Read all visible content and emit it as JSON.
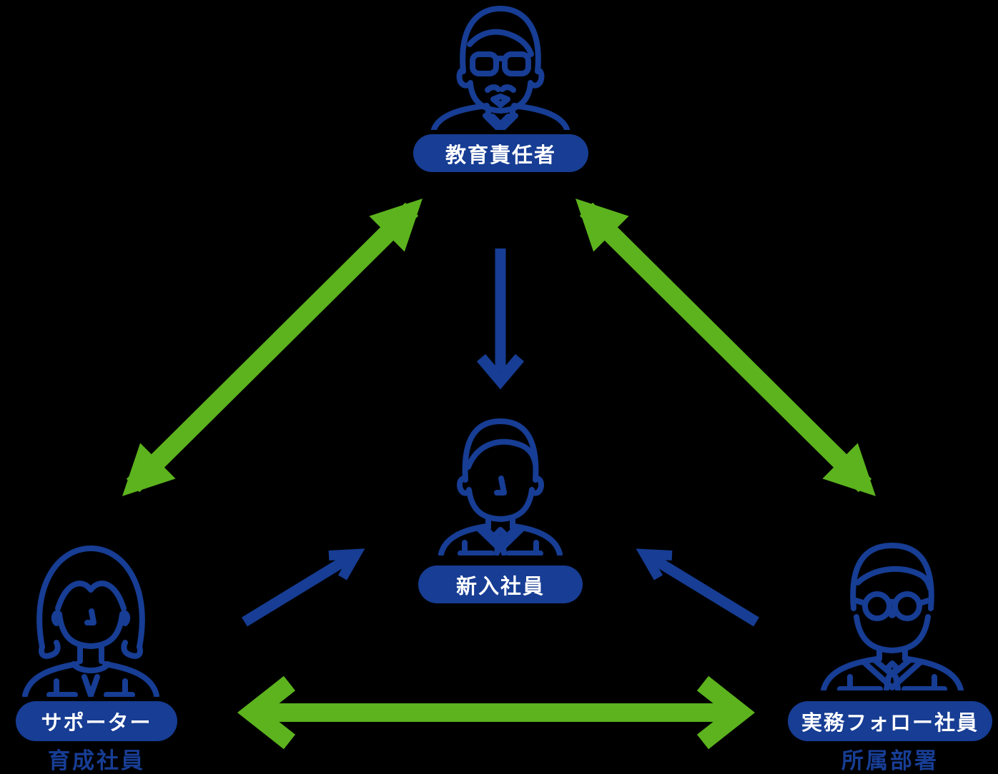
{
  "diagram": {
    "title_hint": "onboarding-support-structure",
    "nodes": {
      "trainer": {
        "label": "教育責任者"
      },
      "newcomer": {
        "label": "新入社員"
      },
      "supporter": {
        "label": "サポーター",
        "sublabel": "育成社員"
      },
      "follower": {
        "label": "実務フォロー社員",
        "sublabel": "所属部署"
      }
    },
    "edges": [
      {
        "from": "教育責任者",
        "to": "サポーター",
        "direction": "two-way",
        "color": "green"
      },
      {
        "from": "教育責任者",
        "to": "実務フォロー社員",
        "direction": "two-way",
        "color": "green"
      },
      {
        "from": "サポーター",
        "to": "実務フォロー社員",
        "direction": "two-way",
        "color": "green"
      },
      {
        "from": "教育責任者",
        "to": "新入社員",
        "direction": "one-way",
        "color": "blue"
      },
      {
        "from": "サポーター",
        "to": "新入社員",
        "direction": "one-way",
        "color": "blue"
      },
      {
        "from": "実務フォロー社員",
        "to": "新入社員",
        "direction": "one-way",
        "color": "blue"
      }
    ],
    "icons": {
      "trainer": "senior-man-glasses-mustache-suit-icon",
      "newcomer": "young-man-suit-tie-icon",
      "supporter": "woman-bob-hair-icon",
      "follower": "man-round-glasses-suit-tie-icon"
    }
  },
  "colors": {
    "primary_blue": "#173D94",
    "accent_green": "#5CB31E",
    "label_text": "#FFFFFF",
    "background": "#000000"
  }
}
